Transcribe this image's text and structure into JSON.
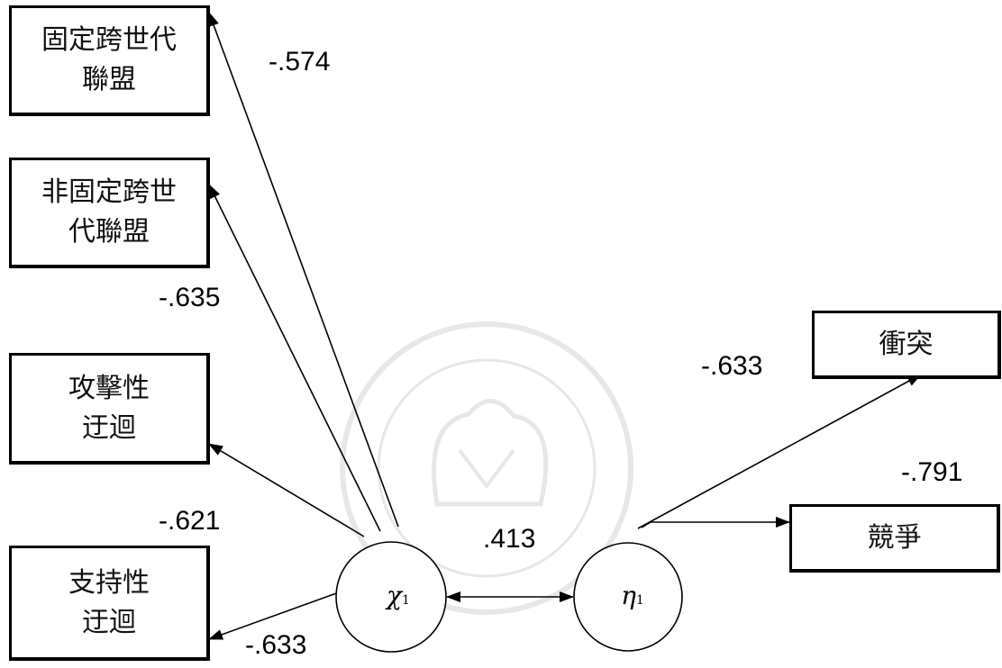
{
  "indicators_left": [
    {
      "id": "fixed-cross-gen-alliance",
      "label": "固定跨世代\n聯盟"
    },
    {
      "id": "nonfixed-cross-gen-alliance",
      "label": "非固定跨世\n代聯盟"
    },
    {
      "id": "aggressive-circumvention",
      "label": "攻擊性\n迂迴"
    },
    {
      "id": "supportive-circumvention",
      "label": "支持性\n迂迴"
    }
  ],
  "indicators_right": [
    {
      "id": "conflict",
      "label": "衝突"
    },
    {
      "id": "competition",
      "label": "競爭"
    }
  ],
  "latent": {
    "chi": {
      "symbol": "χ",
      "subscript": "1"
    },
    "eta": {
      "symbol": "η",
      "subscript": "1"
    }
  },
  "coefficients": {
    "fixed": "-.574",
    "nonfixed": "-.635",
    "aggressive": "-.621",
    "supportive": "-.633",
    "correlation": ".413",
    "conflict": "-.633",
    "competition": "-.791"
  },
  "colors": {
    "stroke": "#000000",
    "watermark": "#d9d9d9"
  }
}
